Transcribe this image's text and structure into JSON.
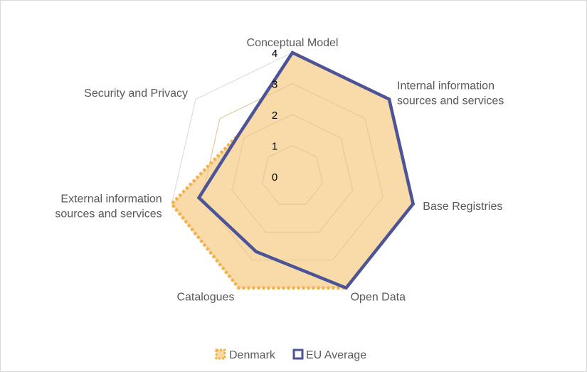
{
  "chart_data": {
    "type": "radar",
    "title": "",
    "categories": [
      [
        "Conceptual Model"
      ],
      [
        "Internal information",
        "sources and services"
      ],
      [
        "Base Registries"
      ],
      [
        "Open Data"
      ],
      [
        "Catalogues"
      ],
      [
        "External information",
        "sources and services"
      ],
      [
        "Security and Privacy"
      ]
    ],
    "ticks": [
      "0",
      "1",
      "2",
      "3",
      "4"
    ],
    "rlim": [
      0,
      4
    ],
    "series": [
      {
        "name": "Denmark",
        "values": [
          4,
          4,
          4,
          4,
          4,
          4,
          2.2
        ],
        "color": "#F4B04A",
        "fill": "#F9D8A4",
        "style": "dotted"
      },
      {
        "name": "EU Average",
        "values": [
          4,
          4,
          4,
          4,
          2.7,
          3.1,
          2.2
        ],
        "color": "#4B5499",
        "style": "solid"
      }
    ],
    "legend": "bottom",
    "grid": true
  }
}
